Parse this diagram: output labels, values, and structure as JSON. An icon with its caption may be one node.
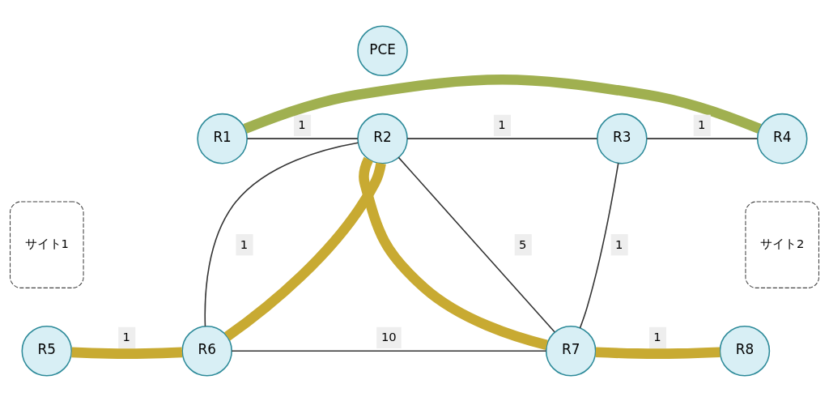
{
  "diagram": {
    "nodes": [
      {
        "text": [
          "PCE"
        ]
      },
      {
        "text": [
          "サイト1"
        ]
      },
      {
        "text": [
          "サイト2"
        ]
      },
      {
        "text": [
          "R1"
        ]
      },
      {
        "text": [
          "R2"
        ]
      },
      {
        "text": [
          "R3"
        ]
      },
      {
        "text": [
          "R4"
        ]
      },
      {
        "text": [
          "R5"
        ]
      },
      {
        "text": [
          "R6"
        ]
      },
      {
        "text": [
          "R7"
        ]
      },
      {
        "text": [
          "R8"
        ]
      }
    ],
    "edges": [
      {
        "from": 3,
        "to": 4,
        "arrow": "none",
        "label": "1"
      },
      {
        "from": 4,
        "to": 5,
        "arrow": "none",
        "label": "1"
      },
      {
        "from": 5,
        "to": 6,
        "arrow": "none",
        "label": "1"
      },
      {
        "from": 4,
        "to": 8,
        "arrow": "none",
        "label": "1"
      },
      {
        "from": 4,
        "to": 9,
        "arrow": "none",
        "label": "5"
      },
      {
        "from": 5,
        "to": 9,
        "arrow": "none",
        "label": "1"
      },
      {
        "from": 7,
        "to": 8,
        "arrow": "none",
        "label": "1"
      },
      {
        "from": 8,
        "to": 9,
        "arrow": "none",
        "label": "10"
      },
      {
        "from": 9,
        "to": 10,
        "arrow": "none",
        "label": "1"
      },
      {
        "from": 3,
        "to": 6,
        "arrow": "none",
        "style": "thick",
        "color": "#a0b050"
      },
      {
        "from": 7,
        "to": 8,
        "arrow": "none",
        "style": "thick",
        "color": "#c8aa32"
      },
      {
        "from": 8,
        "to": 4,
        "arrow": "none",
        "style": "thick",
        "color": "#c8aa32"
      },
      {
        "from": 4,
        "to": 9,
        "arrow": "none",
        "style": "thick",
        "color": "#c8aa32"
      },
      {
        "from": 9,
        "to": 10,
        "arrow": "none",
        "style": "thick",
        "color": "#c8aa32"
      }
    ]
  }
}
